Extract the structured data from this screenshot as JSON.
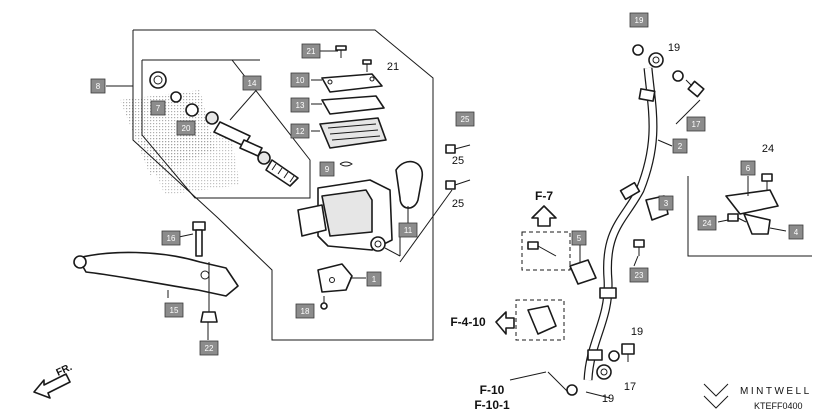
{
  "callouts": [
    {
      "label": "1"
    },
    {
      "label": "2"
    },
    {
      "label": "3"
    },
    {
      "label": "4"
    },
    {
      "label": "5"
    },
    {
      "label": "6"
    },
    {
      "label": "7"
    },
    {
      "label": "8"
    },
    {
      "label": "9"
    },
    {
      "label": "10"
    },
    {
      "label": "11"
    },
    {
      "label": "12"
    },
    {
      "label": "13"
    },
    {
      "label": "14"
    },
    {
      "label": "15"
    },
    {
      "label": "16"
    },
    {
      "label": "17"
    },
    {
      "label": "18"
    },
    {
      "label": "19"
    },
    {
      "label": "20"
    },
    {
      "label": "21"
    },
    {
      "label": "22"
    },
    {
      "label": "23"
    },
    {
      "label": "24"
    },
    {
      "label": "25"
    }
  ],
  "plain_labels": [
    {
      "label": "21"
    },
    {
      "label": "25"
    },
    {
      "label": "25"
    },
    {
      "label": "19"
    },
    {
      "label": "24"
    },
    {
      "label": "19"
    },
    {
      "label": "17"
    },
    {
      "label": "19"
    }
  ],
  "references": [
    {
      "label": "F-7"
    },
    {
      "label": "F-4-10"
    },
    {
      "label": "F-10"
    },
    {
      "label": "F-10-1"
    }
  ],
  "direction": {
    "label": "FR."
  },
  "brand": {
    "name": "MINTWELL"
  },
  "diagram_code": "KTEFF0400",
  "colors": {
    "callout_fill": "#8c8c8c",
    "line": "#1a1a1a"
  }
}
